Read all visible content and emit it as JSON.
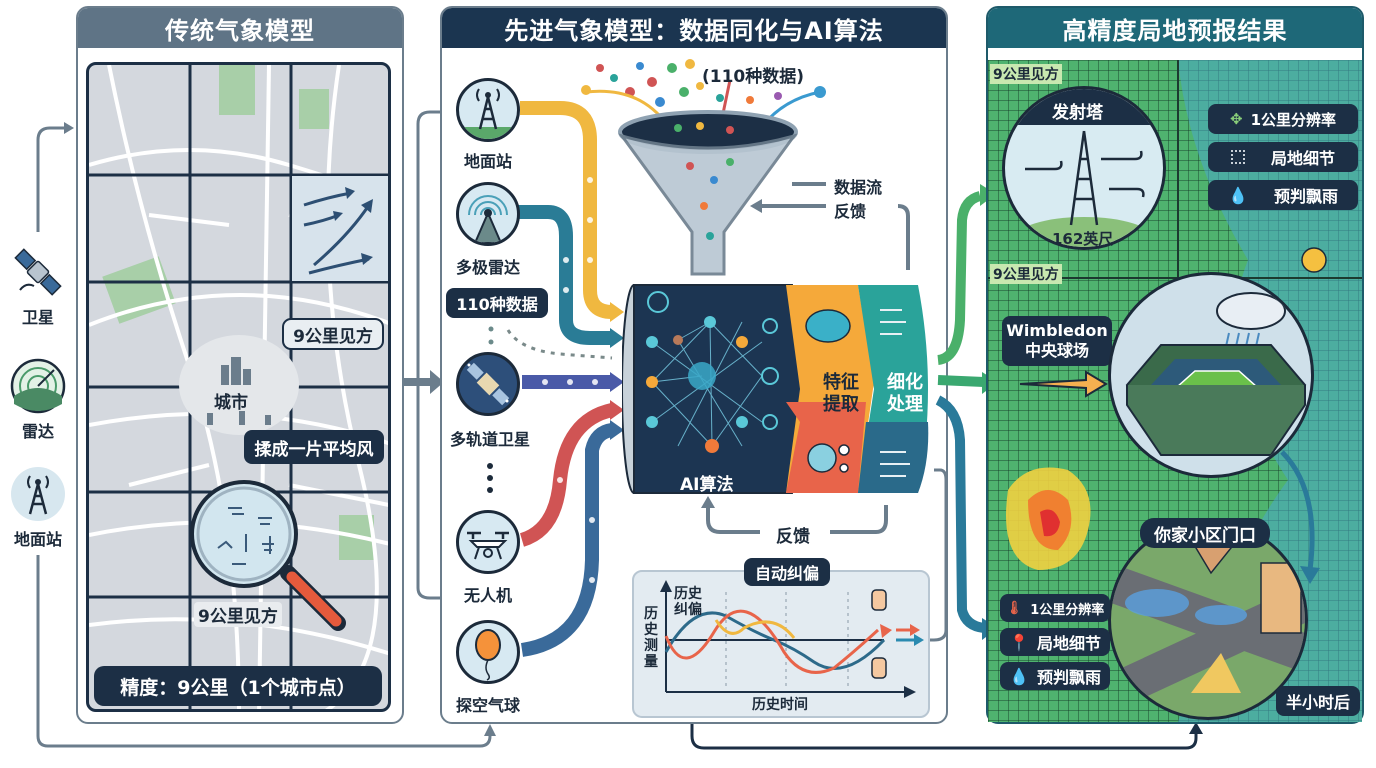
{
  "left_sources": {
    "items": [
      {
        "icon": "satellite-icon",
        "label": "卫星"
      },
      {
        "icon": "radar-icon",
        "label": "雷达"
      },
      {
        "icon": "ground-station-icon",
        "label": "地面站"
      }
    ]
  },
  "panel_traditional": {
    "title": "传统气象模型",
    "city_label": "城市",
    "grid_callout": "9公里见方",
    "blend_callout": "揉成一片平均风",
    "magnifier_label": "9公里见方",
    "precision_bar": "精度：9公里（1个城市点）"
  },
  "panel_advanced": {
    "title": "先进气象模型：数据同化与AI算法",
    "funnel_label": "(110种数据)",
    "sources": [
      {
        "icon": "ground-station-icon",
        "label": "地面站"
      },
      {
        "icon": "multi-radar-icon",
        "label": "多极雷达"
      },
      {
        "icon": "multi-orbit-satellite-icon",
        "label": "多轨道卫星"
      },
      {
        "icon": "drone-icon",
        "label": "无人机"
      },
      {
        "icon": "balloon-icon",
        "label": "探空气球"
      }
    ],
    "data_badge": "110种数据",
    "legend": {
      "data_flow": "数据流",
      "feedback": "反馈"
    },
    "ai_label": "AI算法",
    "feature_label": "特征提取",
    "refine_label": "细化处理",
    "feedback_label": "反馈",
    "correction": {
      "title": "自动纠偏",
      "y_axis": "历史测量",
      "series_label": "历史纠偏",
      "x_axis": "历史时间"
    }
  },
  "panel_result": {
    "title": "高精度局地预报结果",
    "grid_label_top": "9公里见方",
    "grid_label_mid": "9公里见方",
    "tower": {
      "title": "发射塔",
      "height": "162英尺"
    },
    "top_tags": [
      {
        "icon": "move-arrows-icon",
        "label": "1公里分辨率"
      },
      {
        "icon": "dotted-square-icon",
        "label": "局地细节"
      },
      {
        "icon": "raindrop-icon",
        "label": "预判飘雨"
      }
    ],
    "stadium": {
      "line1": "Wimbledon",
      "line2": "中央球场"
    },
    "neighborhood": {
      "title": "你家小区门口",
      "time": "半小时后"
    },
    "bottom_tags": [
      {
        "icon": "thermometer-icon",
        "label": "1公里分辨率"
      },
      {
        "icon": "location-pin-icon",
        "label": "局地细节"
      },
      {
        "icon": "raindrop-icon",
        "label": "预判飘雨"
      }
    ]
  },
  "colors": {
    "panel1_header": "#5f7486",
    "panel2_header": "#1b3550",
    "panel3_header": "#1e6878",
    "pill_dark": "#1c2f45",
    "feature_orange": "#f5a93a",
    "refine_teal": "#2aa39a",
    "grid_green": "#4fb36f"
  }
}
